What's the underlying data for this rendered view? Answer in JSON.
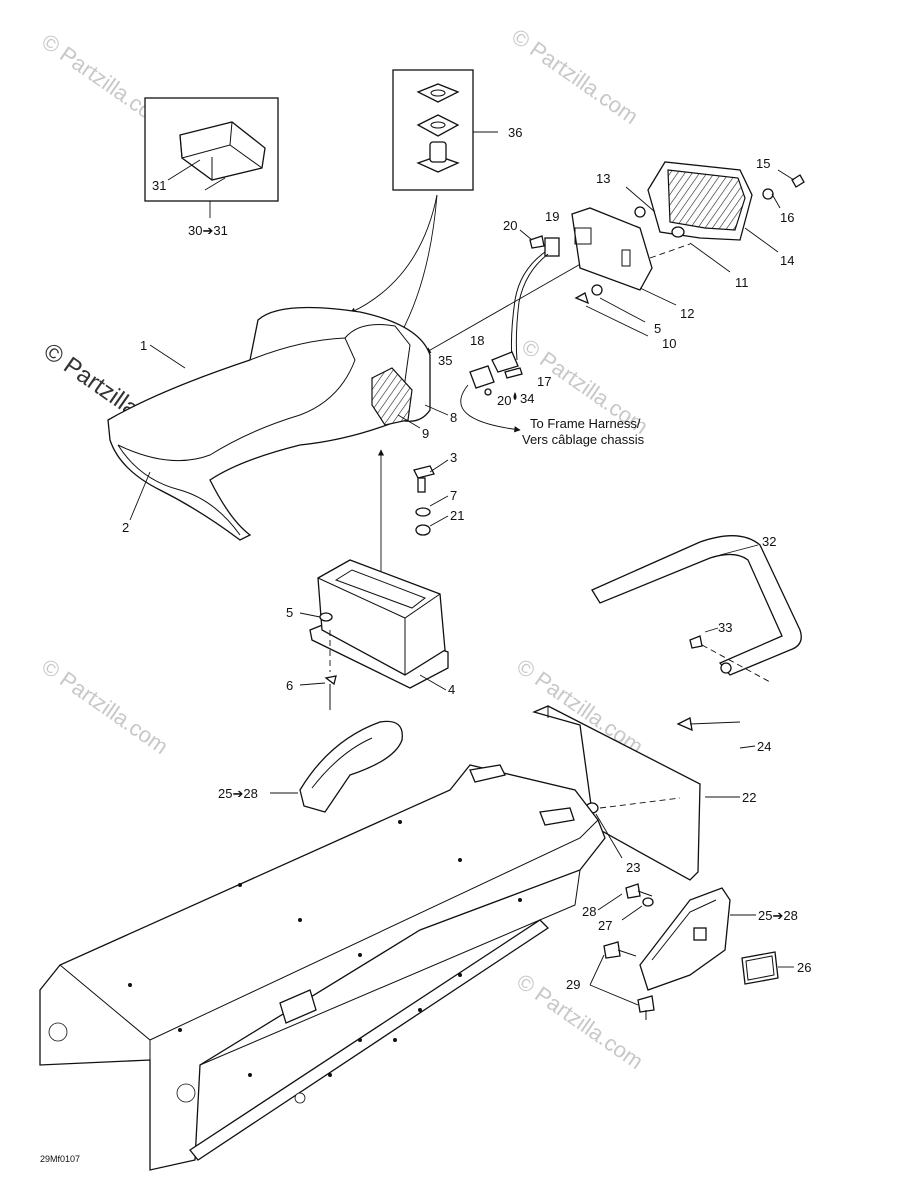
{
  "callouts": {
    "c1": "1",
    "c2": "2",
    "c3": "3",
    "c4": "4",
    "c5a": "5",
    "c5b": "5",
    "c6": "6",
    "c7": "7",
    "c8": "8",
    "c9": "9",
    "c10": "10",
    "c11": "11",
    "c12": "12",
    "c13": "13",
    "c14": "14",
    "c15": "15",
    "c16": "16",
    "c17": "17",
    "c18": "18",
    "c19": "19",
    "c20a": "20",
    "c20b": "20",
    "c21": "21",
    "c22": "22",
    "c23": "23",
    "c24": "24",
    "c25a": "25➔28",
    "c25b": "25➔28",
    "c26": "26",
    "c27": "27",
    "c28": "28",
    "c29": "29",
    "c30": "30➔31",
    "c31": "31",
    "c32": "32",
    "c33": "33",
    "c34": "34",
    "c35": "35",
    "c36": "36"
  },
  "note": {
    "line1": "To Frame Harness/",
    "line2": "Vers câblage chassis"
  },
  "diagram_code": "29Mf0107",
  "watermark": {
    "text": "© Partzilla.com"
  }
}
